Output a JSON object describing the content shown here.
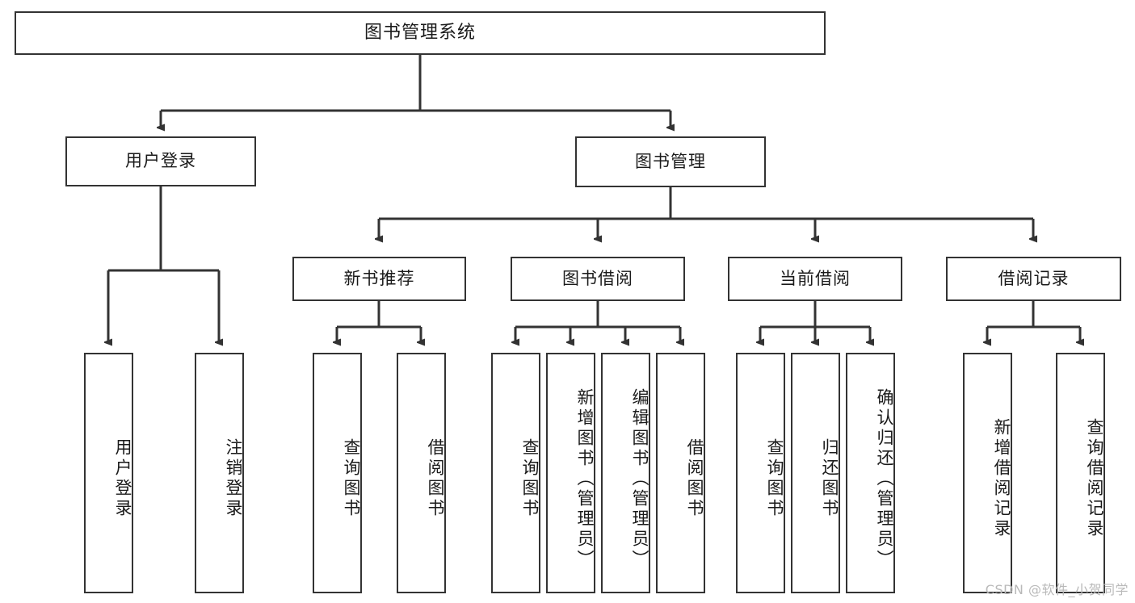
{
  "diagram": {
    "title": "图书管理系统",
    "type": "tree",
    "colors": {
      "background": "#ffffff",
      "border": "#333333",
      "connector": "#333333",
      "text": "#1a1a1a",
      "watermark": "#b9b9b9"
    },
    "root": {
      "label": "图书管理系统"
    },
    "level2": [
      {
        "label": "用户登录"
      },
      {
        "label": "图书管理"
      }
    ],
    "level3": [
      {
        "label": "新书推荐"
      },
      {
        "label": "图书借阅"
      },
      {
        "label": "当前借阅"
      },
      {
        "label": "借阅记录"
      }
    ],
    "leaves": {
      "user_login": [
        {
          "label": "用户登录"
        },
        {
          "label": "注销登录"
        }
      ],
      "new_book_recommend": [
        {
          "label": "查询图书"
        },
        {
          "label": "借阅图书"
        }
      ],
      "book_borrow": [
        {
          "label": "查询图书"
        },
        {
          "label": "新增图书（管理员）"
        },
        {
          "label": "编辑图书（管理员）"
        },
        {
          "label": "借阅图书"
        }
      ],
      "current_borrow": [
        {
          "label": "查询图书"
        },
        {
          "label": "归还图书"
        },
        {
          "label": "确认归还（管理员）"
        }
      ],
      "borrow_record": [
        {
          "label": "新增借阅记录"
        },
        {
          "label": "查询借阅记录"
        }
      ]
    }
  },
  "watermark": {
    "text": "CSDN @软件_小贺同学"
  }
}
